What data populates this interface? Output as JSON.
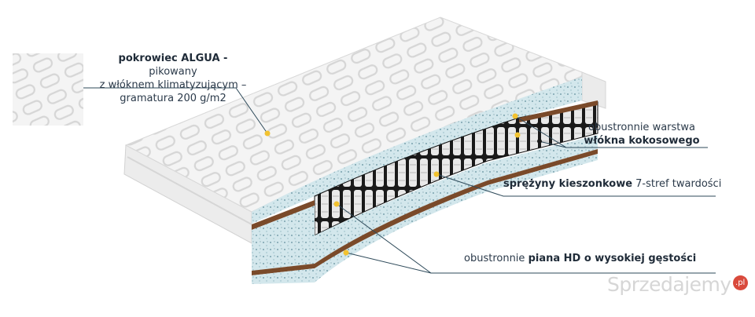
{
  "labels": {
    "cover": {
      "bold": "pokrowiec ALGUA -",
      "rest1": " pikowany",
      "line2": "z włóknem klimatyzującym –",
      "line3": "gramatura 200 g/m2"
    },
    "coconut": {
      "line1": "obustronnie warstwa",
      "bold": "włókna kokosowego"
    },
    "springs": {
      "bold": "sprężyny kieszonkowe",
      "rest": " 7-stref twardości"
    },
    "foam": {
      "pre": "obustronnie ",
      "bold": "piana HD o wysokiej gęstości"
    }
  },
  "watermark": {
    "text": "Sprzedajemy",
    "badge": ".pl"
  },
  "colors": {
    "line": "#2e4a5a",
    "dot": "#f2c230",
    "foam": "#cfe4ea",
    "coconut": "#7a4a2a",
    "spring_pocket": "#1c1c1c"
  }
}
